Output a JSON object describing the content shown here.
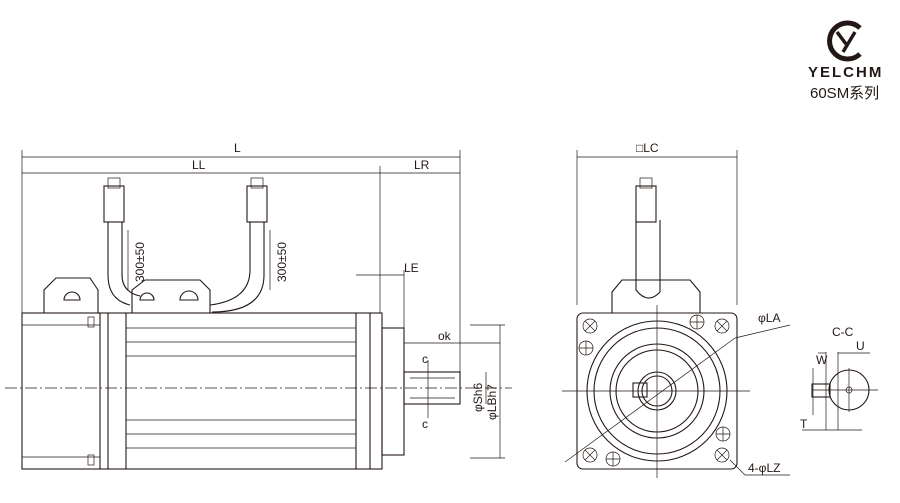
{
  "logo": {
    "brand": "YELCHM",
    "series": "60SM系列"
  },
  "side_view": {
    "dim_L": "L",
    "dim_LL": "LL",
    "dim_LR": "LR",
    "dim_LE": "LE",
    "dim_ok": "ok",
    "section_mark_top": "c",
    "section_mark_bottom": "c",
    "dim_shaft": "φSh6",
    "dim_pilot": "φLBh7",
    "cable_length_1": "300±50",
    "cable_length_2": "300±50"
  },
  "front_view": {
    "dim_LC": "□LC",
    "dim_LA": "φLA",
    "dim_LZ": "4-φLZ"
  },
  "section_view": {
    "title": "C-C",
    "dim_U": "U",
    "dim_W": "W",
    "dim_T": "T"
  },
  "colors": {
    "ink": "#231815"
  }
}
